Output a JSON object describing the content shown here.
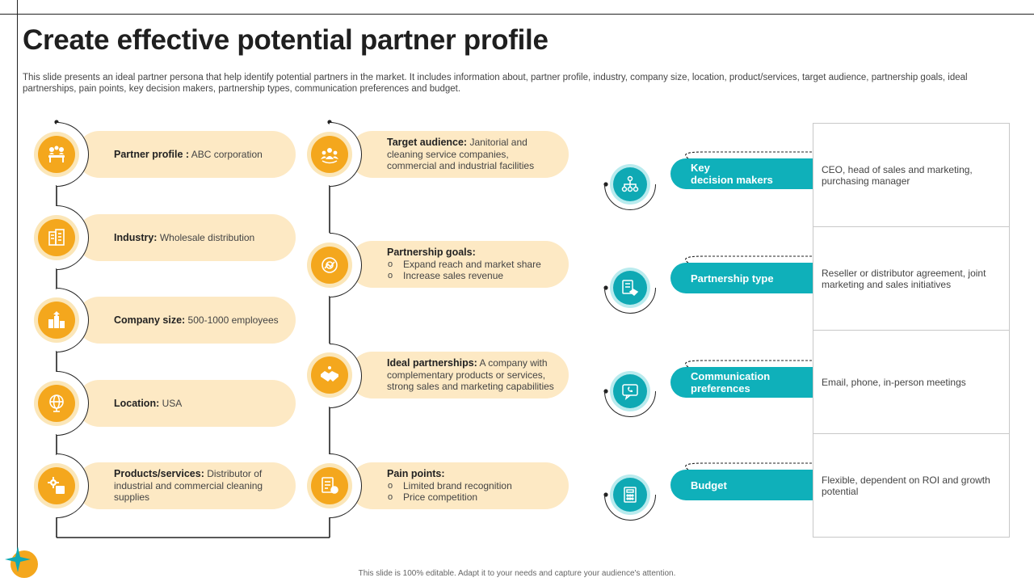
{
  "title": "Create effective potential partner profile",
  "subtitle": "This slide presents an ideal partner persona that help identify potential partners in the market. It includes information about, partner profile, industry, company size, location, product/services, target audience, partnership goals, ideal partnerships, pain points, key decision makers, partnership types, communication preferences and budget.",
  "footer": "This slide is 100% editable. Adapt it to your needs and capture your audience's attention.",
  "colors": {
    "accent_orange": "#f4a71d",
    "pill_bg": "#fde9c4",
    "accent_teal": "#0fb0ba"
  },
  "left_items": [
    {
      "label": "Partner profile :",
      "value": " ABC corporation",
      "icon": "team-meeting-icon"
    },
    {
      "label": "Industry:",
      "value": " Wholesale distribution",
      "icon": "building-icon"
    },
    {
      "label": "Company size:",
      "value": " 500-1000 employees",
      "icon": "company-growth-icon"
    },
    {
      "label": "Location:",
      "value": " USA",
      "icon": "globe-icon"
    },
    {
      "label": "Products/services:",
      "value": " Distributor of industrial and commercial cleaning supplies",
      "icon": "gear-box-icon"
    }
  ],
  "middle_items": [
    {
      "label": "Target audience:",
      "value": " Janitorial and cleaning service companies, commercial and industrial facilities",
      "icon": "audience-icon"
    },
    {
      "label": "Partnership goals:",
      "bullets": [
        "Expand reach and market share",
        "Increase sales revenue"
      ],
      "icon": "target-goal-icon"
    },
    {
      "label": "Ideal partnerships:",
      "value": " A company with complementary products or services, strong sales and marketing capabilities",
      "icon": "handshake-icon"
    },
    {
      "label": "Pain points:",
      "bullets": [
        "Limited brand recognition",
        "Price competition"
      ],
      "icon": "document-alert-icon"
    }
  ],
  "right_items": [
    {
      "label": "Key\ndecision makers",
      "detail": "CEO, head of sales and marketing, purchasing manager",
      "icon": "org-chart-icon"
    },
    {
      "label": "Partnership type",
      "detail": "Reseller or distributor agreement, joint marketing and sales initiatives",
      "icon": "contract-handshake-icon"
    },
    {
      "label": "Communication\npreferences",
      "detail": "Email, phone, in-person meetings",
      "icon": "chat-phone-icon"
    },
    {
      "label": "Budget",
      "detail": "Flexible, dependent on ROI and growth potential",
      "icon": "budget-calculator-icon"
    }
  ]
}
